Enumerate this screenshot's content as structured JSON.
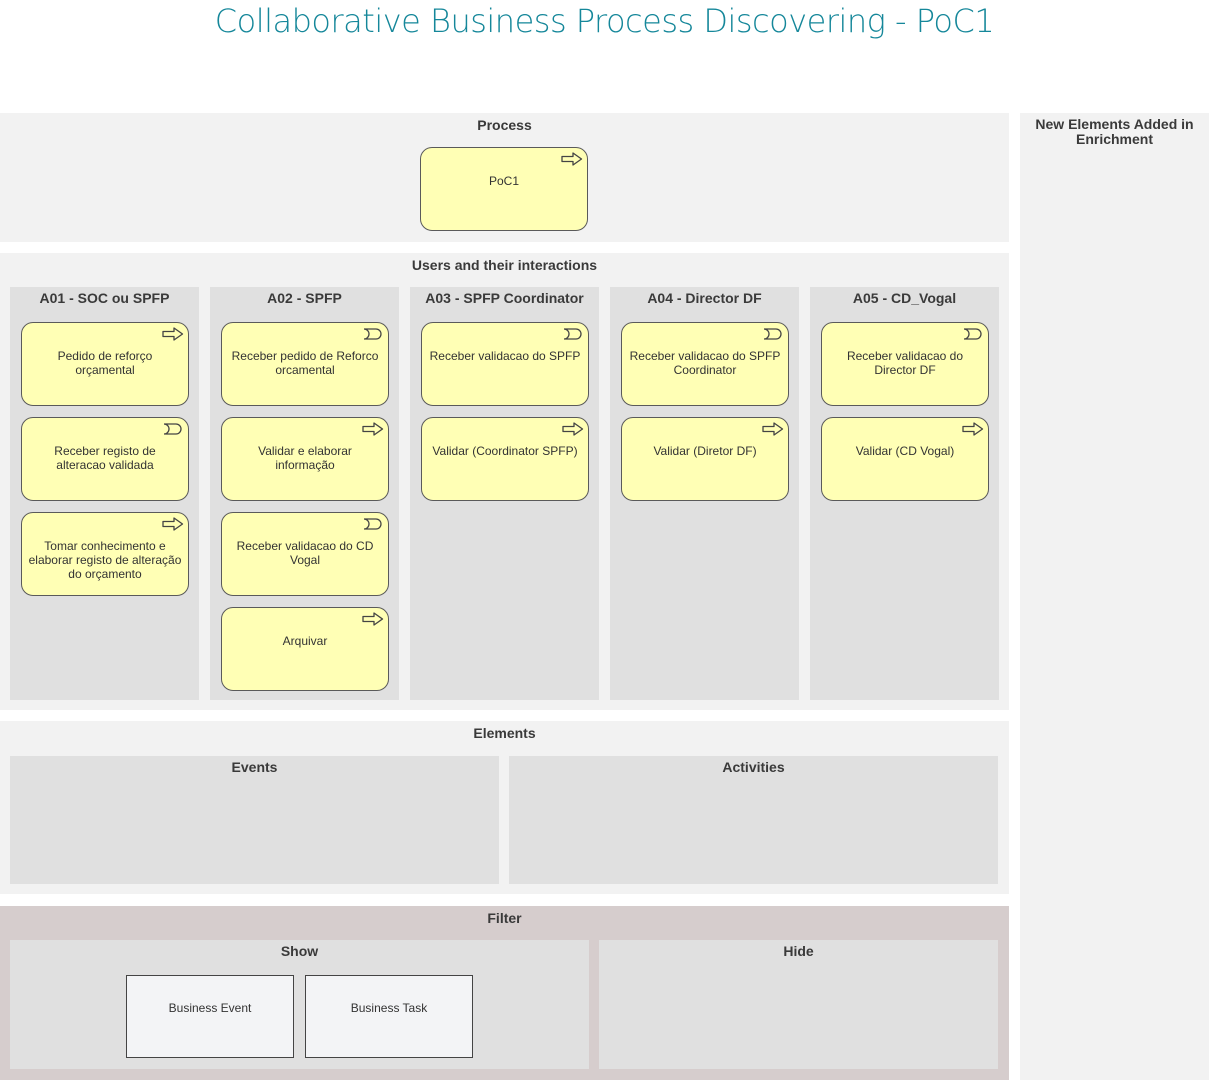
{
  "title": "Collaborative Business Process Discovering - PoC1",
  "colors": {
    "title": "#15879a",
    "node_fill": "#ffffb5",
    "panel": "#f2f2f2",
    "lane": "#e0e0e0",
    "filter_panel": "#d6cdcd"
  },
  "process": {
    "header": "Process",
    "node": {
      "label": "PoC1",
      "icon": "process-arrow-icon"
    }
  },
  "users": {
    "header": "Users and their interactions",
    "lanes": [
      {
        "name": "A01 - SOC ou SPFP",
        "nodes": [
          {
            "label": "Pedido de reforço orçamental",
            "icon": "process-arrow-icon"
          },
          {
            "label": "Receber registo de alteracao validada",
            "icon": "event-icon"
          },
          {
            "label": "Tomar conhecimento e elaborar registo de alteração do orçamento",
            "icon": "process-arrow-icon"
          }
        ]
      },
      {
        "name": "A02 - SPFP",
        "nodes": [
          {
            "label": "Receber pedido de Reforco orcamental",
            "icon": "event-icon"
          },
          {
            "label": "Validar e elaborar informação",
            "icon": "process-arrow-icon"
          },
          {
            "label": "Receber validacao do CD Vogal",
            "icon": "event-icon"
          },
          {
            "label": "Arquivar",
            "icon": "process-arrow-icon"
          }
        ]
      },
      {
        "name": "A03 - SPFP Coordinator",
        "nodes": [
          {
            "label": "Receber validacao do SPFP",
            "icon": "event-icon"
          },
          {
            "label": "Validar (Coordinator SPFP)",
            "icon": "process-arrow-icon"
          }
        ]
      },
      {
        "name": "A04 - Director DF",
        "nodes": [
          {
            "label": "Receber validacao do SPFP Coordinator",
            "icon": "event-icon"
          },
          {
            "label": "Validar (Diretor DF)",
            "icon": "process-arrow-icon"
          }
        ]
      },
      {
        "name": "A05 - CD_Vogal",
        "nodes": [
          {
            "label": "Receber validacao do Director DF",
            "icon": "event-icon"
          },
          {
            "label": "Validar (CD Vogal)",
            "icon": "process-arrow-icon"
          }
        ]
      }
    ]
  },
  "elements": {
    "header": "Elements",
    "events_label": "Events",
    "activities_label": "Activities"
  },
  "filter": {
    "header": "Filter",
    "show_label": "Show",
    "hide_label": "Hide",
    "show_items": [
      "Business Event",
      "Business Task"
    ]
  },
  "enrichment": {
    "header": "New Elements Added in Enrichment"
  }
}
